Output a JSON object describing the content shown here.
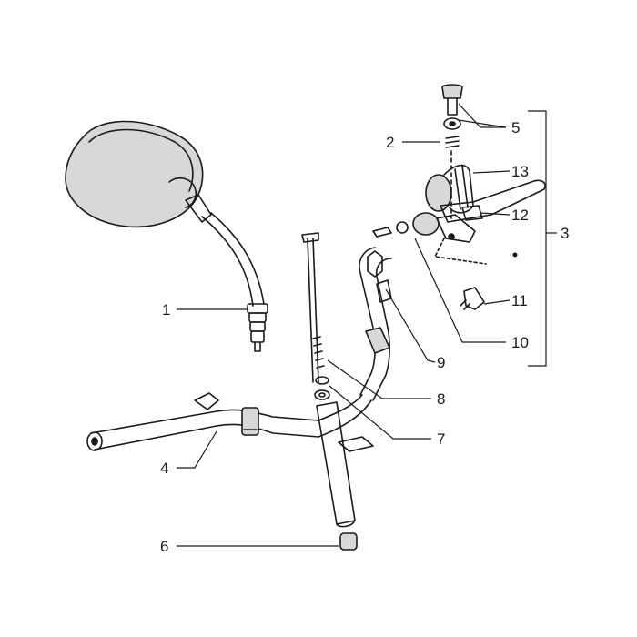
{
  "callouts": [
    {
      "id": "1",
      "label": "1"
    },
    {
      "id": "2",
      "label": "2"
    },
    {
      "id": "3",
      "label": "3"
    },
    {
      "id": "4",
      "label": "4"
    },
    {
      "id": "5",
      "label": "5"
    },
    {
      "id": "6",
      "label": "6"
    },
    {
      "id": "7",
      "label": "7"
    },
    {
      "id": "8",
      "label": "8"
    },
    {
      "id": "9",
      "label": "9"
    },
    {
      "id": "10",
      "label": "10"
    },
    {
      "id": "11",
      "label": "11"
    },
    {
      "id": "12",
      "label": "12"
    },
    {
      "id": "13",
      "label": "13"
    }
  ],
  "parts": {
    "mirror": "mirror",
    "handlebar": "handlebar",
    "steering_tube": "steering tube",
    "brake_lever_assembly": "brake lever assembly",
    "stop_switch": "stop switch"
  },
  "colors": {
    "ink": "#1a1a1a",
    "background": "#ffffff"
  }
}
